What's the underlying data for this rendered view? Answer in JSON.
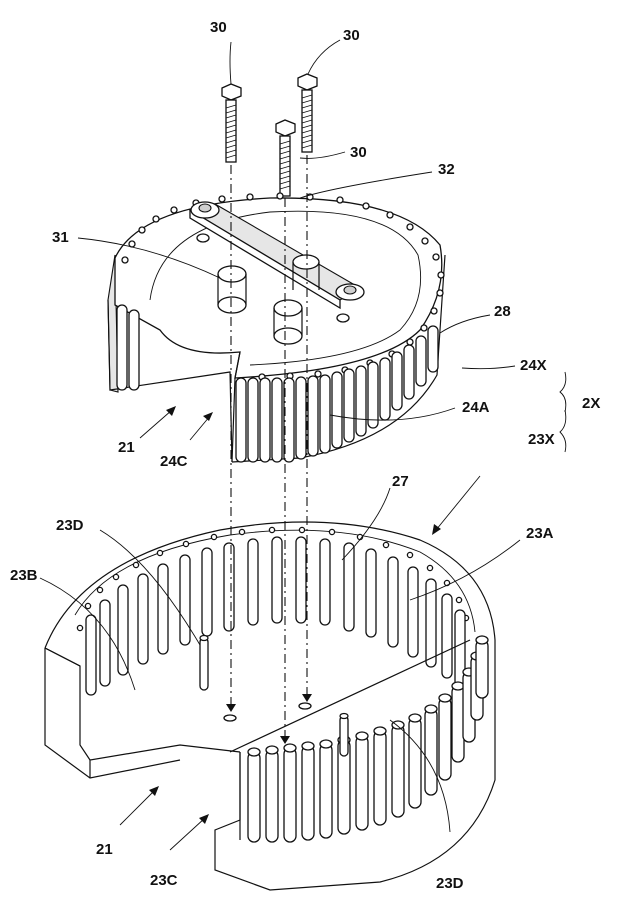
{
  "labels": {
    "bolt_top_left": "30",
    "bolt_top_right": "30",
    "bolt_middle": "30",
    "bridge": "32",
    "hole_left": "31",
    "top_rim": "28",
    "upper_assembly": "24X",
    "group": "2X",
    "upper_rollers": "24A",
    "upper_gap_arrow": "21",
    "upper_cutout": "24C",
    "lower_assembly": "23X",
    "inner_rollers": "27",
    "lower_rollers_right": "23A",
    "lower_rollers_left": "23D",
    "lower_wall": "23B",
    "lower_gap_arrow": "21",
    "lower_cutout": "23C",
    "lower_rollers_front": "23D"
  }
}
